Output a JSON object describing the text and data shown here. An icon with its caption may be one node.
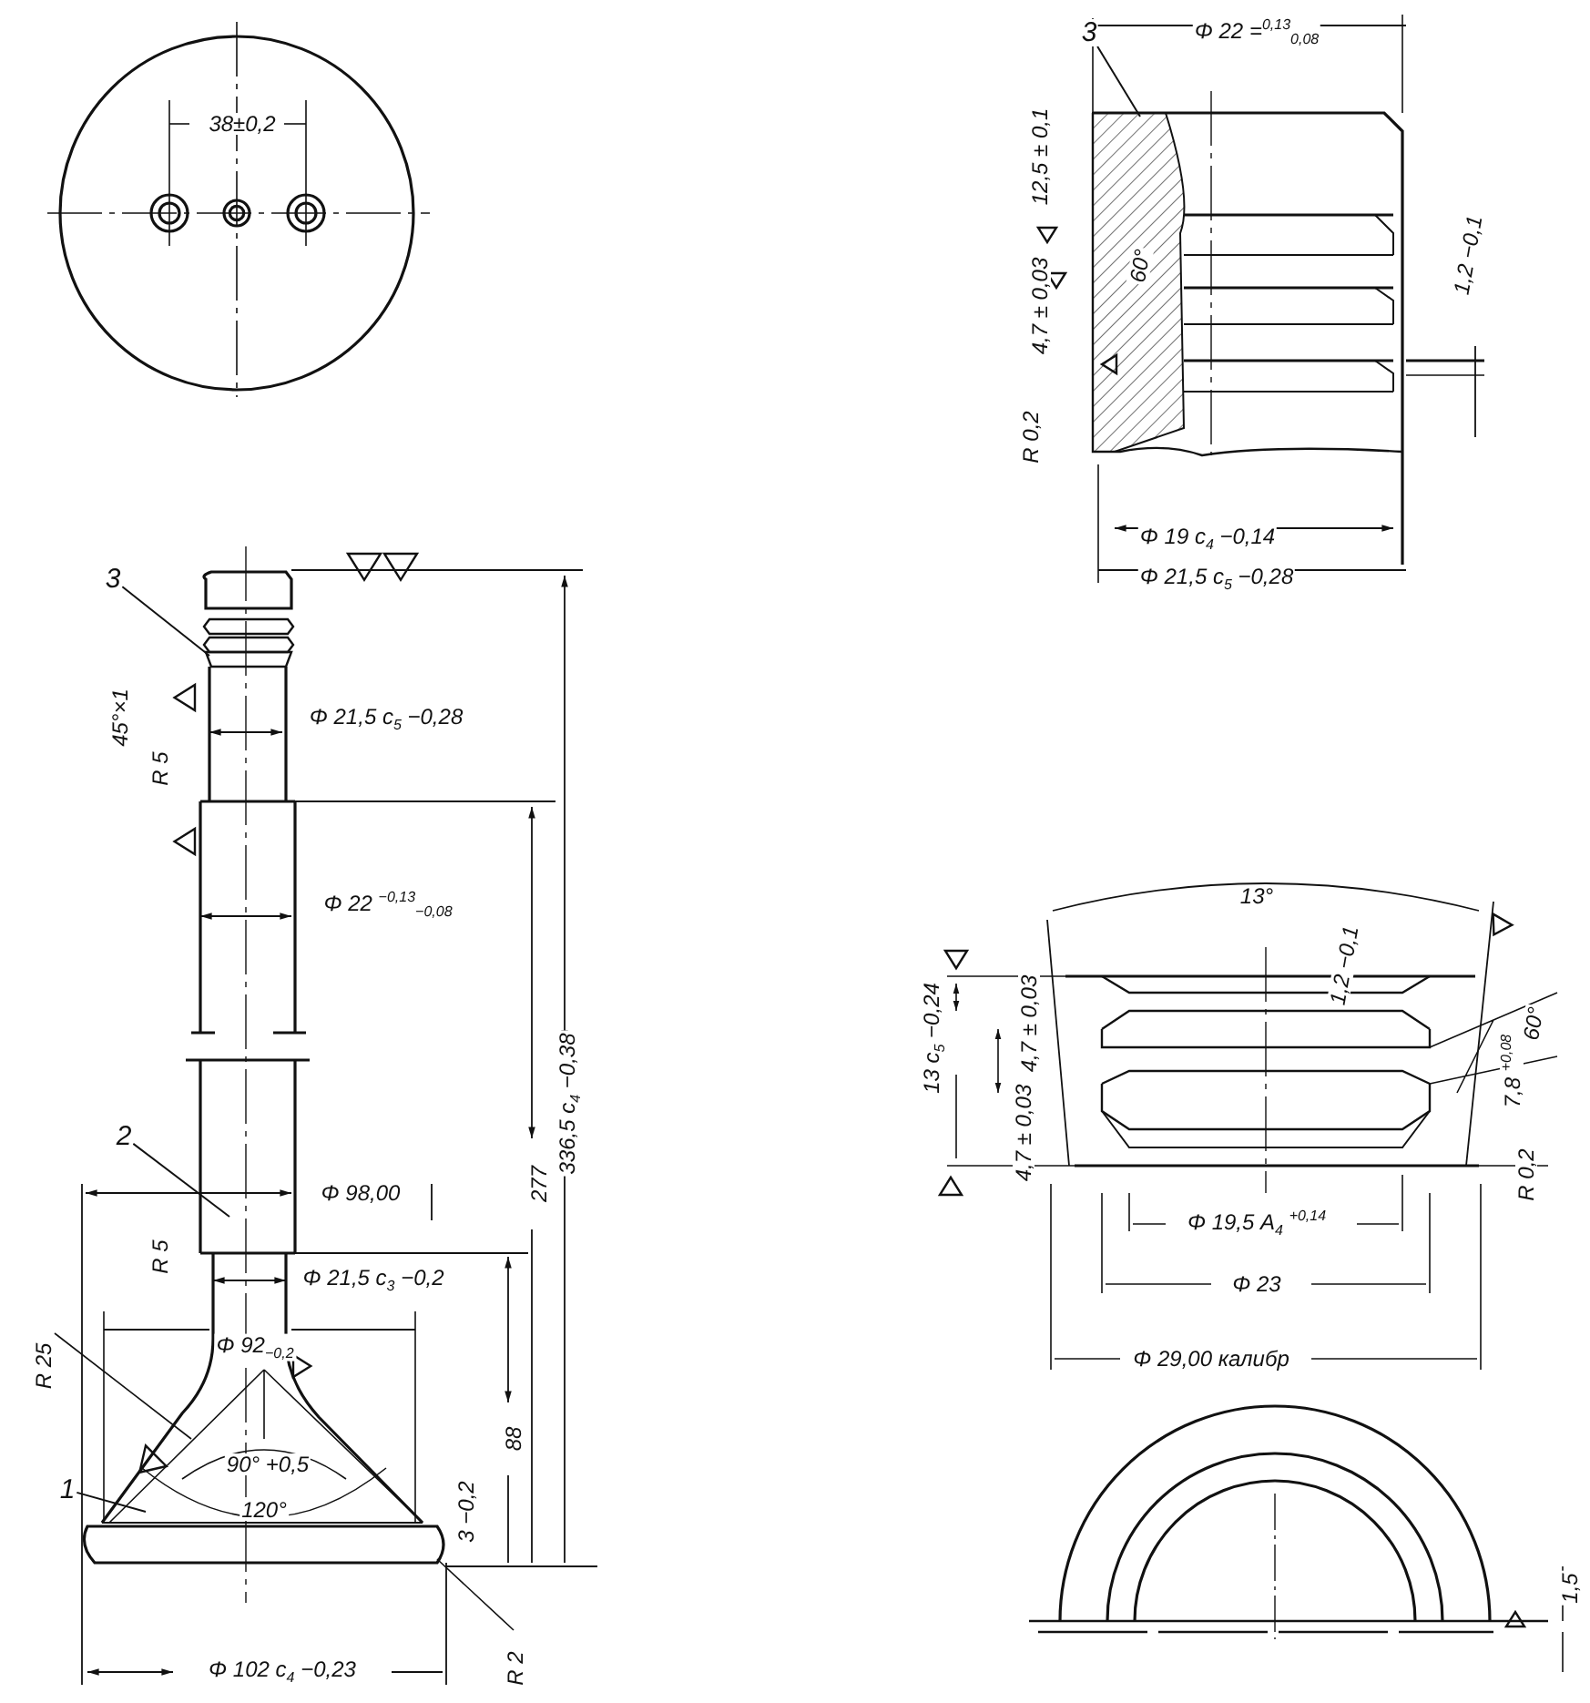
{
  "diagram": {
    "nodes": [
      {
        "text": [
          "3"
        ]
      },
      {
        "text": [
          "3"
        ]
      },
      {
        "text": [
          "2"
        ]
      },
      {
        "text": [
          "1"
        ]
      }
    ],
    "edges": [
      {
        "from": 0,
        "to": null,
        "arrow": "none"
      },
      {
        "from": 1,
        "to": null,
        "arrow": "none"
      },
      {
        "from": 2,
        "to": null,
        "arrow": "none"
      },
      {
        "from": 3,
        "to": null,
        "arrow": "none"
      }
    ],
    "labels": [
      "Φ 22 =$^{0,13}$$_{0,08}$",
      "38±0,2",
      "12,5 ± 0,1",
      "60°",
      "1,2 −0,1",
      "4,7 ± 0,03",
      "R 0,2",
      "Φ 19 c$_{4}$ −0,14",
      "Φ 21,5 c$_{5}$ −0,28",
      "45°×1",
      "Φ 21,5 c$_{5}$ −0,28",
      "R 5",
      "Φ 22 $^{−0,13}$$_{−0,08}$",
      "13°",
      "1,2 −0,1",
      "60°",
      "4,7 ± 0,03",
      "13 c$_{5}$ −0,24",
      "4,7 ± 0,03",
      "7,8 $^{+0,08}$",
      "R 0,2",
      "336,5 c$_{4}$ −0,38",
      "Φ 98,00",
      "277",
      "Φ 19,5 A$_{4}$ $^{+0,14}$",
      "R 5",
      "Φ 21,5 c$_{3}$ −0,2",
      "Φ 23",
      "Φ 92$_{−0,2}$",
      "Φ 29,00 калибр",
      "R 25",
      "88",
      "90° +0,5",
      "120°",
      "3 −0,2",
      "1,5",
      "R 2",
      "Φ 102 c$_{4}$ −0,23"
    ]
  }
}
